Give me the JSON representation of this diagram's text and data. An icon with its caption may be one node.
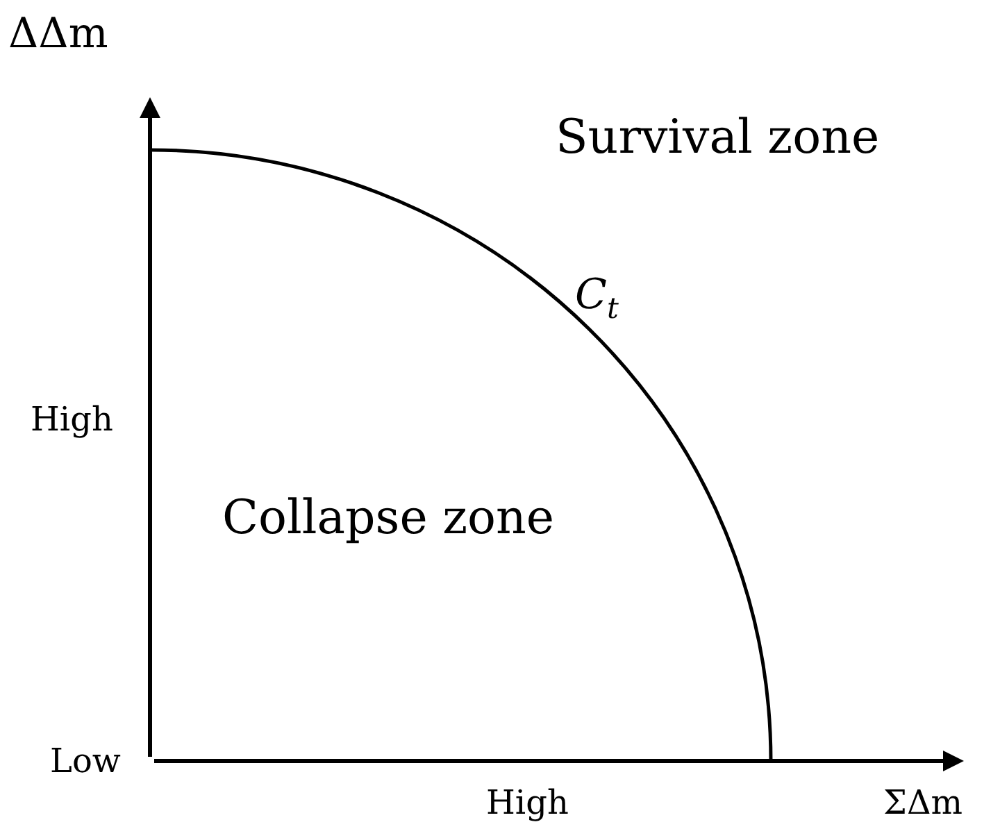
{
  "diagram": {
    "labels": [
      "ΔΔm",
      "Survival zone",
      "*C*$_{t}$",
      "High",
      "Collapse zone",
      "Low",
      "High",
      "ΣΔm"
    ]
  }
}
